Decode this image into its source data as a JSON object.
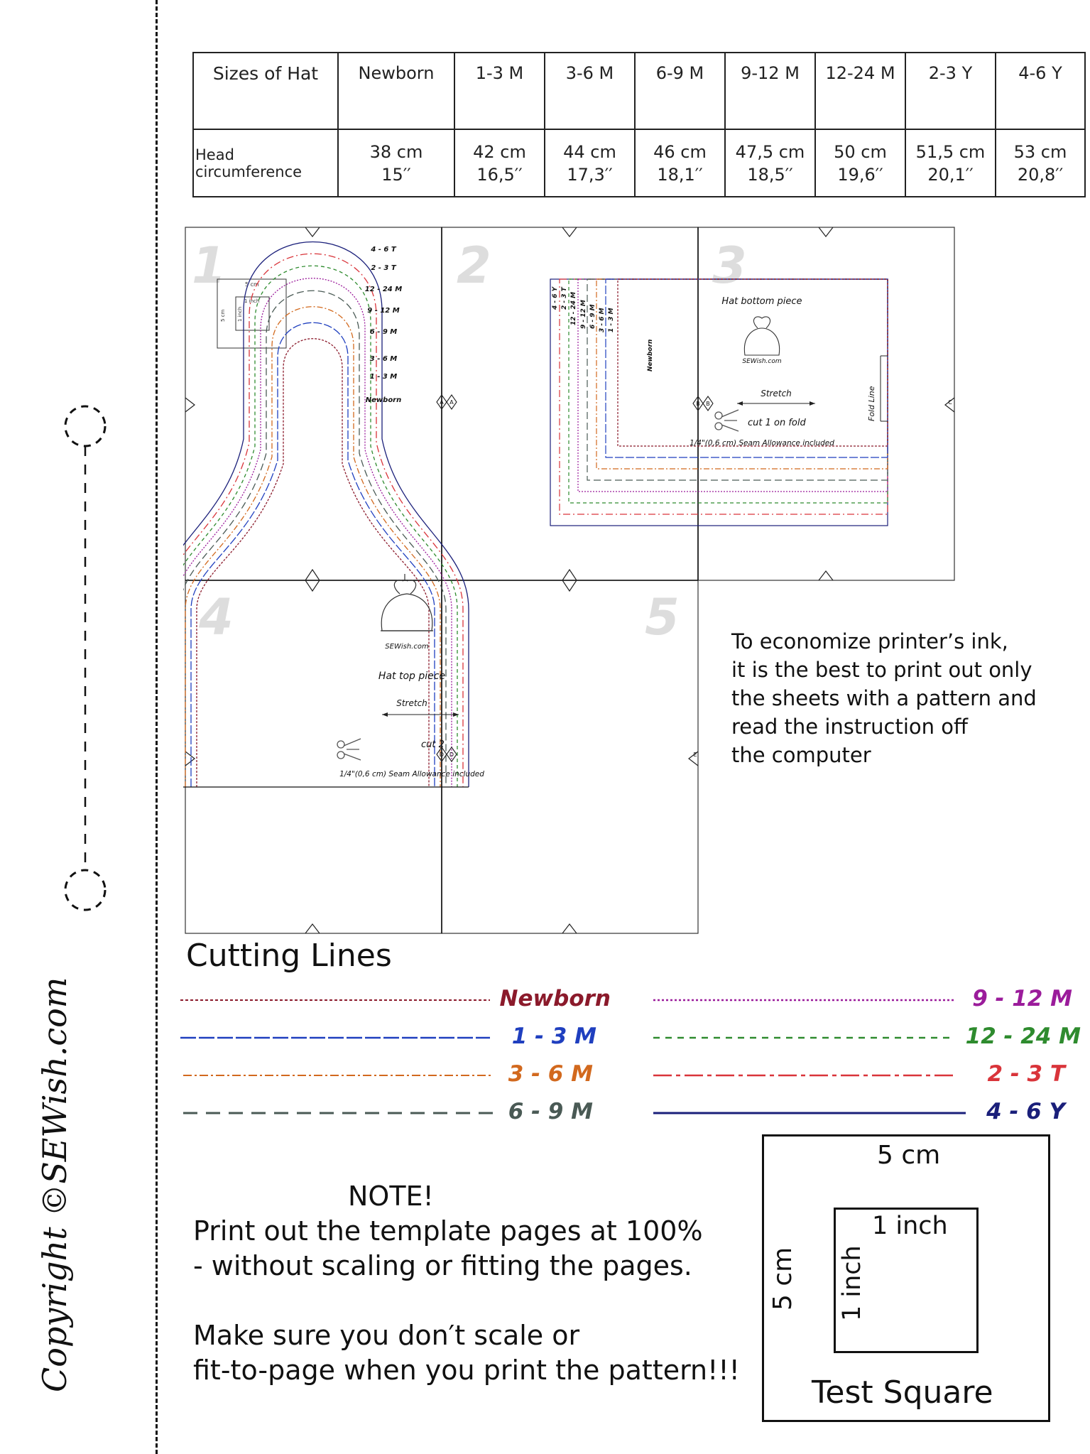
{
  "size_table": {
    "row_header_1": "Sizes of Hat",
    "row_header_2": "Head circumference",
    "sizes": [
      {
        "label": "Newborn",
        "cm": "38 cm",
        "in": "15′′"
      },
      {
        "label": "1-3 M",
        "cm": "42 cm",
        "in": "16,5′′"
      },
      {
        "label": "3-6 M",
        "cm": "44 cm",
        "in": "17,3′′"
      },
      {
        "label": "6-9 M",
        "cm": "46 cm",
        "in": "18,1′′"
      },
      {
        "label": "9-12 M",
        "cm": "47,5 cm",
        "in": "18,5′′"
      },
      {
        "label": "12-24 M",
        "cm": "50 cm",
        "in": "19,6′′"
      },
      {
        "label": "2-3 Y",
        "cm": "51,5 cm",
        "in": "20,1′′"
      },
      {
        "label": "4-6 Y",
        "cm": "53 cm",
        "in": "20,8′′"
      }
    ]
  },
  "pattern": {
    "sheet_numbers": [
      "1",
      "2",
      "3",
      "4",
      "5"
    ],
    "mini_square": {
      "outer": "5 cm",
      "inner": "1 inch",
      "side_outer": "5 cm",
      "side_inner": "1 inch"
    },
    "top_piece": {
      "size_labels": [
        "4 - 6 T",
        "2 - 3 T",
        "12 - 24 M",
        "9 - 12 M",
        "6 - 9 M",
        "3 - 6 M",
        "1 - 3 M",
        "Newborn"
      ],
      "brand": "SEWish.com",
      "title": "Hat top piece",
      "stretch": "Stretch",
      "cut": "cut 2",
      "seam": "1/4\"(0,6 cm) Seam Allowance included"
    },
    "bottom_piece": {
      "size_labels": [
        "4 - 6 Y",
        "2 - 3 T",
        "12 - 24 M",
        "9 - 12 M",
        "6 - 9 M",
        "3 - 6 M",
        "1 - 3 M",
        "Newborn"
      ],
      "title": "Hat bottom piece",
      "brand": "SEWish.com",
      "stretch": "Stretch",
      "cut": "cut 1 on fold",
      "seam": "1/4\"(0,6 cm) Seam Allowance included",
      "fold": "Fold Line"
    },
    "markers": {
      "a": "A",
      "b": "B",
      "c": "C",
      "d": "D",
      "e": "E"
    }
  },
  "ink_note": [
    "To economize printer’s ink,",
    "it is the best to print out only",
    "the sheets with a pattern and",
    "read the instruction off",
    "the computer"
  ],
  "cutting_lines": {
    "title": "Cutting Lines",
    "entries": [
      {
        "label": "Newborn",
        "color": "#8b1a2b"
      },
      {
        "label": "1 - 3 M",
        "color": "#1f3fbf"
      },
      {
        "label": "3 - 6 M",
        "color": "#d2691e"
      },
      {
        "label": "6 - 9 M",
        "color": "#4a5a55"
      },
      {
        "label": "9 - 12 M",
        "color": "#9b1c9b"
      },
      {
        "label": "12 - 24 M",
        "color": "#2e8b2e"
      },
      {
        "label": "2 - 3 T",
        "color": "#d9343a"
      },
      {
        "label": "4 - 6 Y",
        "color": "#1a1f7a"
      }
    ]
  },
  "note": {
    "title": "NOTE!",
    "line1": "Print out the template pages at 100%",
    "line2": "- without scaling or fitting the pages.",
    "line3": "Make sure you don′t scale or",
    "line4": "fit-to-page when you print the pattern!!!"
  },
  "test_square": {
    "top": "5 cm",
    "inner_top": "1 inch",
    "side": "5 cm",
    "inner_side": "1 inch",
    "caption": "Test Square"
  },
  "copyright": "Copyright ©SEWish.com"
}
